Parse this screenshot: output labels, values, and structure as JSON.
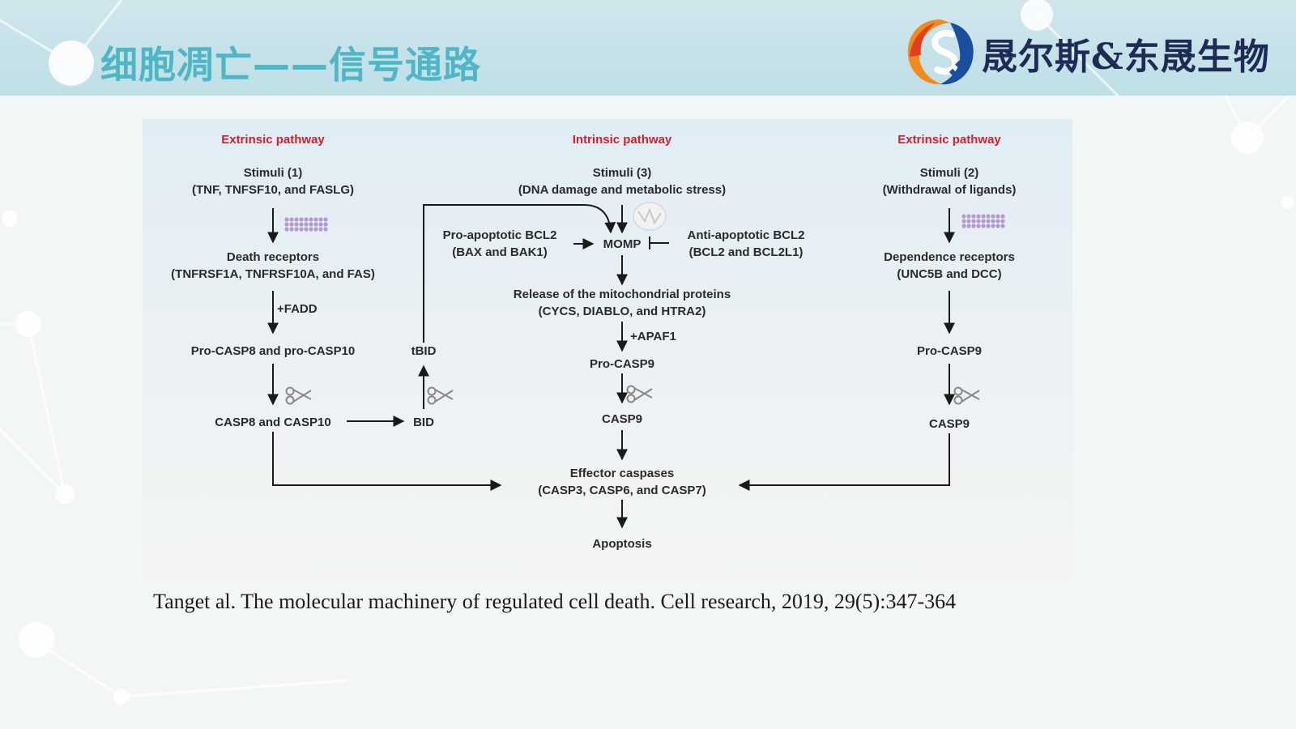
{
  "slide": {
    "title": "细胞凋亡——信号通路",
    "logo_text": "晟尔斯&东晟生物",
    "citation": "Tanget al. The molecular machinery of regulated cell death. Cell research, 2019, 29(5):347-364"
  },
  "diagram": {
    "left": {
      "heading": "Extrinsic pathway",
      "stimuli_line1": "Stimuli (1)",
      "stimuli_line2": "(TNF, TNFSF10, and FASLG)",
      "receptors_line1": "Death receptors",
      "receptors_line2": "(TNFRSF1A, TNFRSF10A, and FAS)",
      "adaptor": "+FADD",
      "pro": "Pro-CASP8 and pro-CASP10",
      "active": "CASP8 and CASP10",
      "bid": "BID",
      "tbid": "tBID"
    },
    "middle": {
      "heading": "Intrinsic pathway",
      "stimuli_line1": "Stimuli (3)",
      "stimuli_line2": "(DNA damage and metabolic stress)",
      "pro_bcl2_line1": "Pro-apoptotic BCL2",
      "pro_bcl2_line2": "(BAX and BAK1)",
      "momp": "MOMP",
      "anti_bcl2_line1": "Anti-apoptotic BCL2",
      "anti_bcl2_line2": "(BCL2 and BCL2L1)",
      "release_line1": "Release of the mitochondrial proteins",
      "release_line2": "(CYCS, DIABLO, and HTRA2)",
      "adaptor": "+APAF1",
      "pro": "Pro-CASP9",
      "active": "CASP9",
      "effector_line1": "Effector caspases",
      "effector_line2": "(CASP3, CASP6, and CASP7)",
      "outcome": "Apoptosis"
    },
    "right": {
      "heading": "Extrinsic pathway",
      "stimuli_line1": "Stimuli (2)",
      "stimuli_line2": "(Withdrawal of ligands)",
      "receptors_line1": "Dependence receptors",
      "receptors_line2": "(UNC5B and DCC)",
      "pro": "Pro-CASP9",
      "active": "CASP9"
    }
  },
  "colors": {
    "heading_red": "#d0202a",
    "title_teal": "#4fb6c6",
    "logo_navy": "#1f2a55"
  }
}
